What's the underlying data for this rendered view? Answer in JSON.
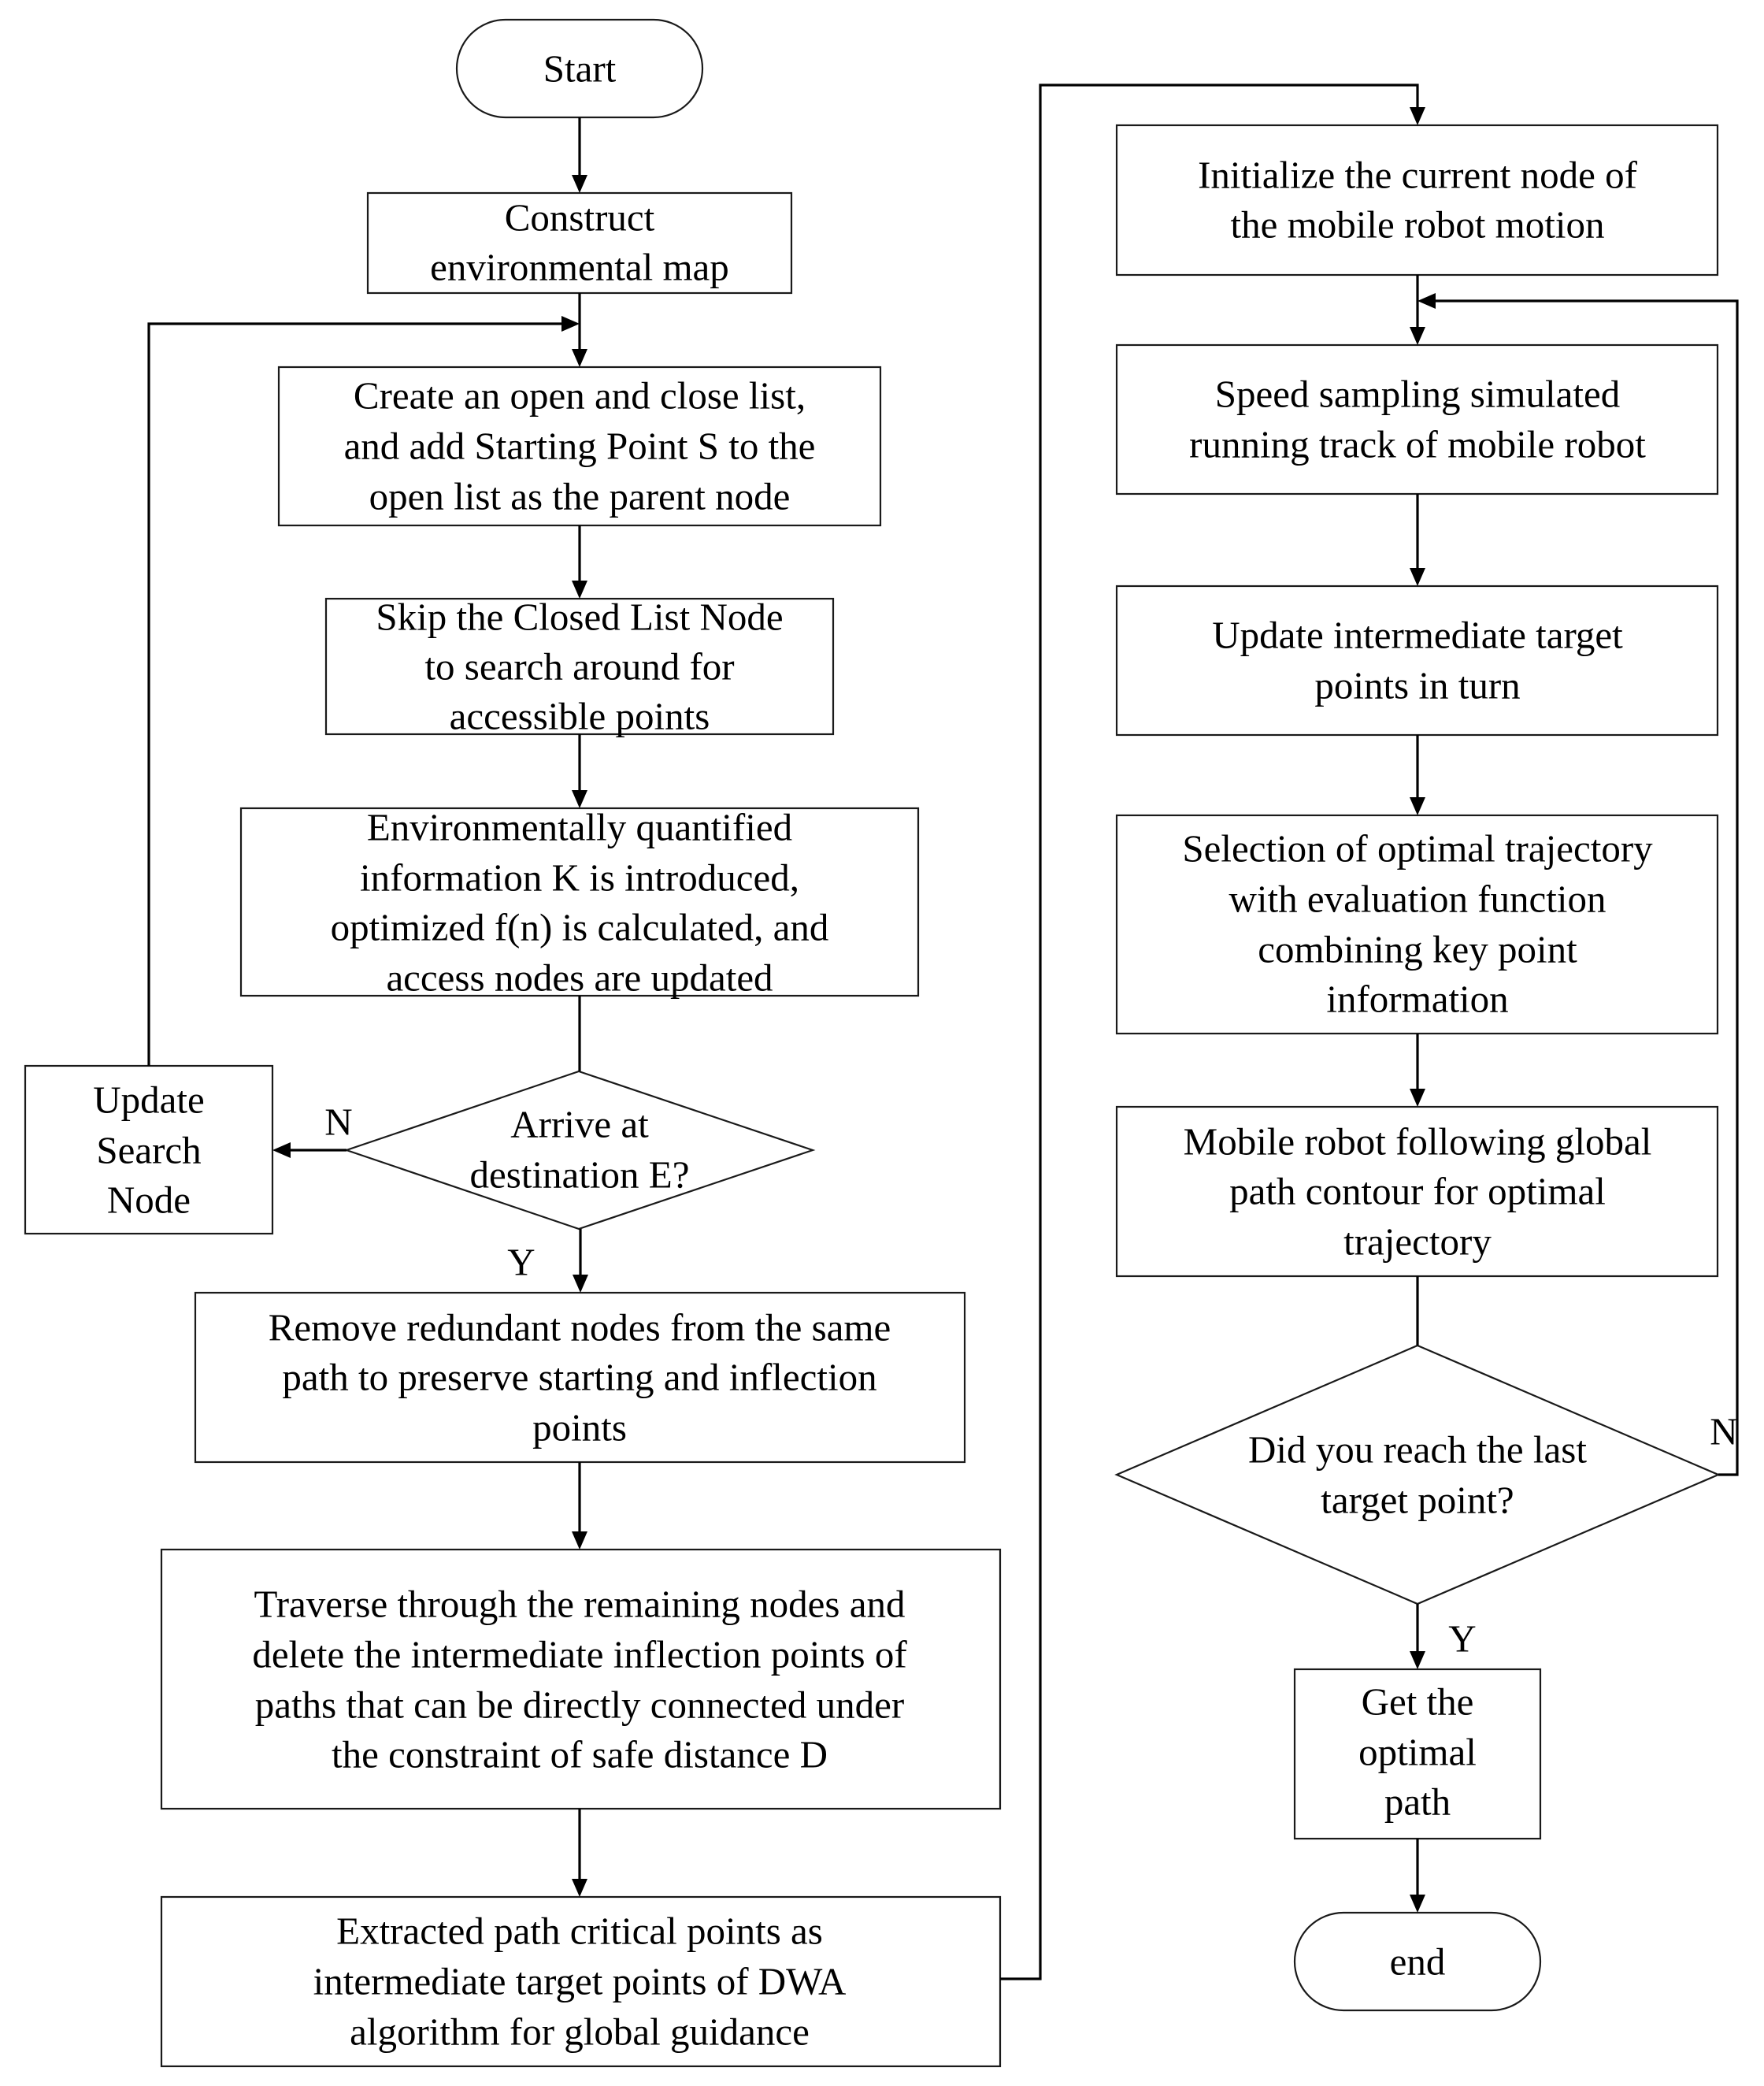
{
  "nodes": {
    "start": {
      "lines": [
        "Start"
      ]
    },
    "construct_map": {
      "lines": [
        "Construct",
        "environmental map"
      ]
    },
    "create_lists": {
      "lines": [
        "Create an open and close list,",
        "and add Starting Point S to the",
        "open list as the parent node"
      ]
    },
    "skip_closed": {
      "lines": [
        "Skip the Closed List Node",
        "to search around for",
        "accessible points"
      ]
    },
    "env_quantified": {
      "lines": [
        "Environmentally quantified",
        "information K is introduced,",
        "optimized f(n) is calculated, and",
        "access nodes are updated"
      ]
    },
    "arrive_decision": {
      "lines": [
        "Arrive at",
        "destination E?"
      ]
    },
    "update_search": {
      "lines": [
        "Update",
        "Search",
        "Node"
      ]
    },
    "remove_redundant": {
      "lines": [
        "Remove redundant nodes from the same",
        "path to preserve starting and inflection",
        "points"
      ]
    },
    "traverse": {
      "lines": [
        "Traverse through the remaining nodes and",
        "delete the intermediate inflection points of",
        "paths that can be directly connected under",
        "the constraint of safe distance D"
      ]
    },
    "extract_points": {
      "lines": [
        "Extracted path critical points as",
        "intermediate target points of DWA",
        "algorithm for global guidance"
      ]
    },
    "init_node": {
      "lines": [
        "Initialize the current node of",
        "the mobile robot motion"
      ]
    },
    "speed_sampling": {
      "lines": [
        "Speed sampling simulated",
        "running track of mobile robot"
      ]
    },
    "update_targets": {
      "lines": [
        "Update intermediate target",
        "points in turn"
      ]
    },
    "select_trajectory": {
      "lines": [
        "Selection of optimal trajectory",
        "with evaluation function",
        "combining key point",
        "information"
      ]
    },
    "follow_contour": {
      "lines": [
        "Mobile robot following global",
        "path contour for optimal",
        "trajectory"
      ]
    },
    "last_target_decision": {
      "lines": [
        "Did you reach the last",
        "target point?"
      ]
    },
    "get_optimal": {
      "lines": [
        "Get the",
        "optimal",
        "path"
      ]
    },
    "end": {
      "lines": [
        "end"
      ]
    }
  },
  "branch_labels": {
    "arrive_no": "N",
    "arrive_yes": "Y",
    "last_no": "N",
    "last_yes": "Y"
  }
}
